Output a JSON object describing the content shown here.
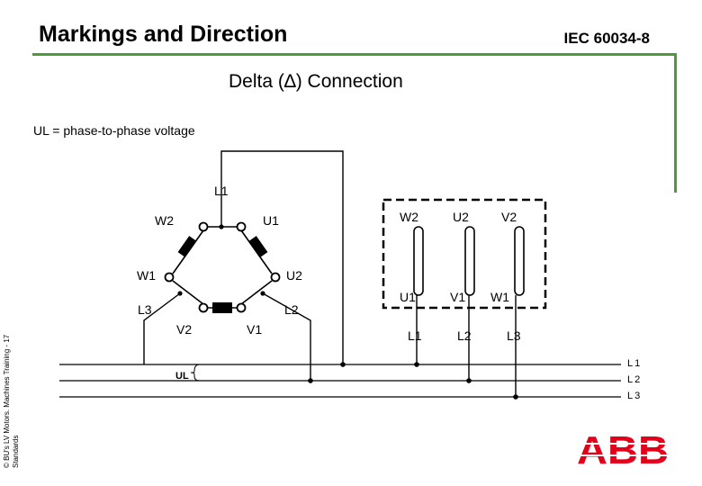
{
  "header": {
    "title": "Markings and Direction",
    "standard": "IEC 60034-8",
    "accent_color": "#4e9a3a"
  },
  "slide": {
    "subtitle": "Delta (∆) Connection",
    "note": "UL = phase-to-phase voltage",
    "side_text_line1": "© BU's LV Motors. Machines Training - 17",
    "side_text_line2": "Standards"
  },
  "delta": {
    "corner_l1": "L1",
    "corner_l2": "L2",
    "corner_l3": "L3",
    "w2": "W2",
    "u1": "U1",
    "w1": "W1",
    "u2": "U2",
    "v2": "V2",
    "v1": "V1"
  },
  "terminal_box": {
    "top": [
      "W2",
      "U2",
      "V2"
    ],
    "bottom": [
      "U1",
      "V1",
      "W1"
    ],
    "lines": [
      "L1",
      "L2",
      "L3"
    ]
  },
  "bus": {
    "ul_label": "UL",
    "lines": [
      "L1",
      "L2",
      "L3"
    ]
  },
  "logo": {
    "text": "ABB",
    "color": "#e2001a"
  }
}
